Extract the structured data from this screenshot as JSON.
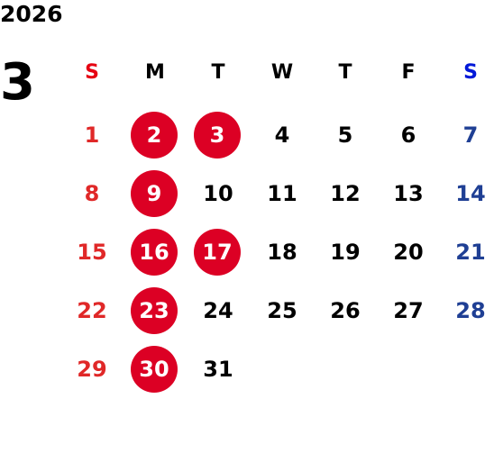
{
  "calendar": {
    "year": "2026",
    "month": "3",
    "weekdays": [
      "S",
      "M",
      "T",
      "W",
      "T",
      "F",
      "S"
    ],
    "weeks": [
      [
        "1",
        "2",
        "3",
        "4",
        "5",
        "6",
        "7"
      ],
      [
        "8",
        "9",
        "10",
        "11",
        "12",
        "13",
        "14"
      ],
      [
        "15",
        "16",
        "17",
        "18",
        "19",
        "20",
        "21"
      ],
      [
        "22",
        "23",
        "24",
        "25",
        "26",
        "27",
        "28"
      ],
      [
        "29",
        "30",
        "31",
        "",
        "",
        "",
        ""
      ]
    ],
    "highlighted_days": [
      "2",
      "3",
      "9",
      "16",
      "17",
      "23",
      "30"
    ],
    "colors": {
      "sunday_header": "#e60012",
      "saturday_header": "#0018d8",
      "sunday_date": "#e02828",
      "saturday_date": "#1f3f94",
      "highlight": "#dc0024",
      "weekday": "#000000"
    }
  }
}
